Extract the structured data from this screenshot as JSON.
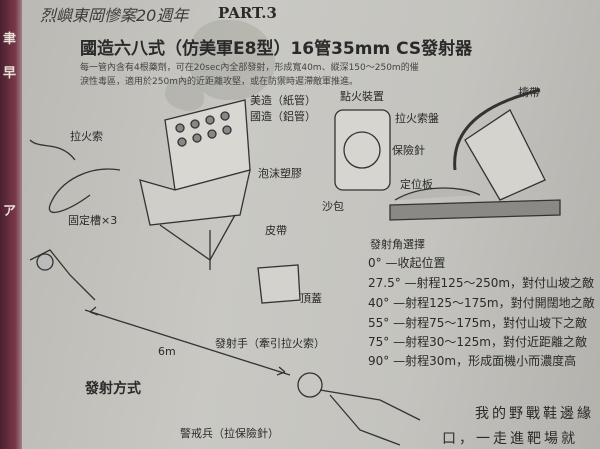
{
  "header": {
    "series": "烈嶼東岡慘案20週年",
    "part": "PART.3"
  },
  "title": "國造六八式（仿美軍E8型）16管35mm CS發射器",
  "description": [
    "每一管內含有4根藥劑，可在20sec內全部發射，形成寬40m、縱深150～250m的催",
    "淚性毒區，適用於250m內的近距離攻堅，或在防禦時遲滯敵軍推進。"
  ],
  "labels": {
    "us_made": "美造（紙管）",
    "rok_made": "國造（鋁管）",
    "foam": "泡沫塑膠",
    "pull_cord": "拉火索",
    "fix_slot": "固定槽×3",
    "belt": "皮帶",
    "top_cover": "頂蓋",
    "ignition": "點火裝置",
    "cord_reel": "拉火索盤",
    "safety_pin": "保險針",
    "strap": "揹帶",
    "positioning_plate": "定位板",
    "sandbag": "沙包",
    "distance": "6m",
    "firer": "發射手（牽引拉火索）",
    "method": "發射方式",
    "guard": "警戒兵（拉保險針）"
  },
  "angle_selection": {
    "title": "發射角選擇",
    "rows": [
      {
        "angle": "0°",
        "desc": "—收起位置"
      },
      {
        "angle": "27.5°",
        "desc": "—射程125～250m，對付山坡之敵"
      },
      {
        "angle": "40°",
        "desc": "—射程125～175m，對付開闊地之敵"
      },
      {
        "angle": "55°",
        "desc": "—射程75～175m，對付山坡下之敵"
      },
      {
        "angle": "75°",
        "desc": "—射程30～125m，對付近距離之敵"
      },
      {
        "angle": "90°",
        "desc": "—射程30m，形成面機小而濃度高"
      }
    ]
  },
  "footer_text": [
    "我的野戰鞋邊緣",
    "口，一走進靶場就"
  ]
}
